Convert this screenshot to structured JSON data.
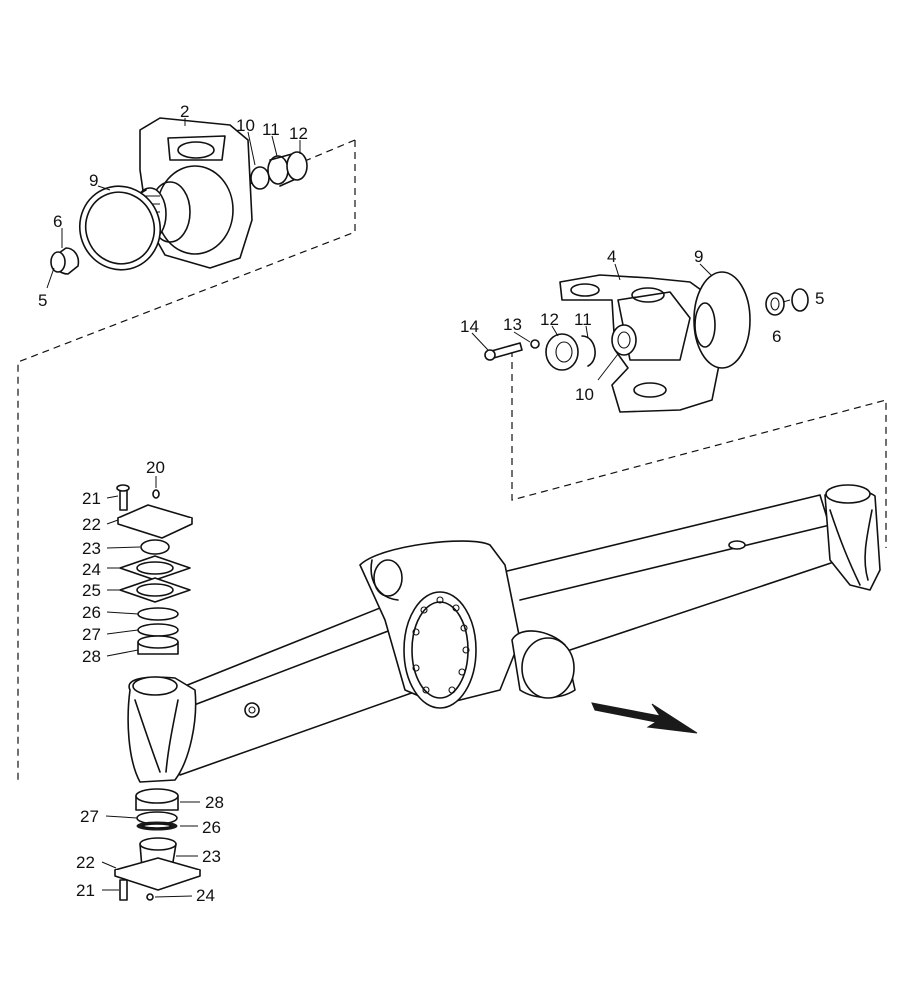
{
  "diagram": {
    "labels": {
      "l_2": "2",
      "l_10_top": "10",
      "l_11_top": "11",
      "l_12_top": "12",
      "l_9_top": "9",
      "l_6_top": "6",
      "l_5_top": "5",
      "l_4": "4",
      "l_9_right": "9",
      "l_5_right": "5",
      "l_6_right": "6",
      "l_14": "14",
      "l_13": "13",
      "l_12_right": "12",
      "l_11_right": "11",
      "l_10_right": "10",
      "l_20": "20",
      "l_21_up": "21",
      "l_22_up": "22",
      "l_23_up": "23",
      "l_24_up": "24",
      "l_25": "25",
      "l_26_up": "26",
      "l_27_up": "27",
      "l_28_up": "28",
      "l_28_low": "28",
      "l_27_low": "27",
      "l_26_low": "26",
      "l_23_low": "23",
      "l_22_low": "22",
      "l_21_low": "21",
      "l_24_low": "24"
    },
    "direction_arrow": "forward-arrow-icon"
  }
}
